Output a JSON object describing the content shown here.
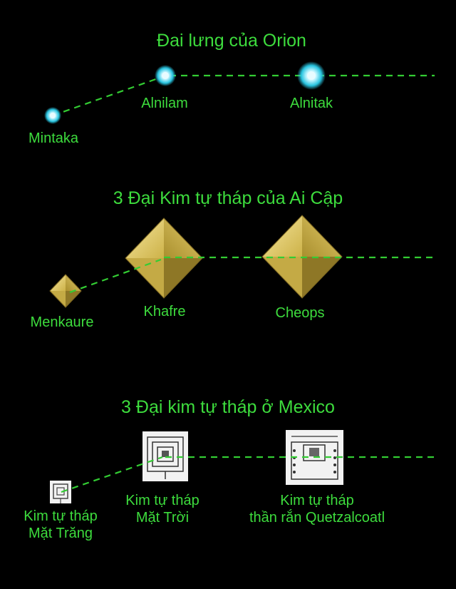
{
  "colors": {
    "background": "#000000",
    "text": "#3ddc3d",
    "dashed_line": "#33cc33",
    "star_glow": "#29c4e0",
    "pyramid_gold": "#d9bf52",
    "mexico_pyramid_white": "#f2f2f2"
  },
  "orion": {
    "title": "Đai lưng của Orion",
    "stars": [
      "Mintaka",
      "Alnilam",
      "Alnitak"
    ]
  },
  "egypt": {
    "title": "3 Đại Kim tự tháp của Ai Cập",
    "pyramids": [
      "Menkaure",
      "Khafre",
      "Cheops"
    ]
  },
  "mexico": {
    "title": "3 Đại kim tự tháp ở Mexico",
    "pyramids": [
      {
        "line1": "Kim tự tháp",
        "line2": "Mặt Trăng"
      },
      {
        "line1": "Kim tự tháp",
        "line2": "Mặt Trời"
      },
      {
        "line1": "Kim tự tháp",
        "line2": "thần rắn Quetzalcoatl"
      }
    ]
  }
}
